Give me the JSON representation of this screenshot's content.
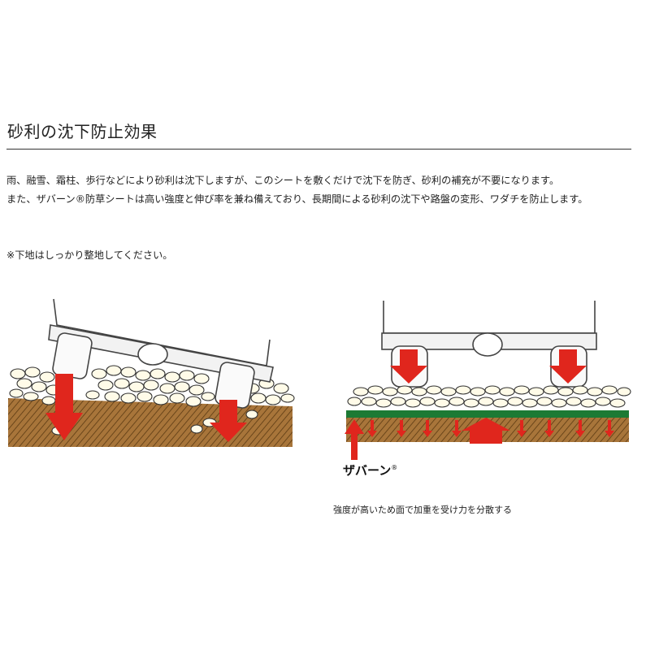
{
  "title": "砂利の沈下防止効果",
  "paragraphs": [
    "雨、融雪、霜柱、歩行などにより砂利は沈下しますが、このシートを敷くだけで沈下を防ぎ、砂利の補充が不要になります。",
    "また、ザバーン®防草シートは高い強度と伸び率を兼ね備えており、長期間による砂利の沈下や路盤の変形、ワダチを防止します。"
  ],
  "note": "※下地はしっかり整地してください。",
  "brand": "ザバーン",
  "brand_mark": "®",
  "caption": "強度が高いため面で加重を受け力を分散する",
  "colors": {
    "arrow": "#e0261d",
    "soil": "#9a6a2e",
    "sheet": "#1c7a34",
    "frame": "#7a7a7a"
  }
}
